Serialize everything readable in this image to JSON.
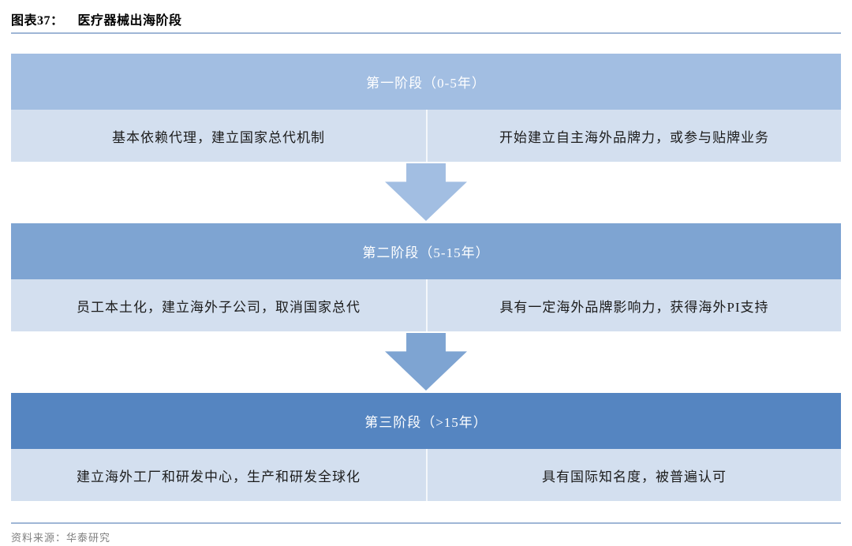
{
  "figure": {
    "title_label": "图表37：",
    "title_text": "医疗器械出海阶段",
    "source": "资料来源：华泰研究"
  },
  "stages": [
    {
      "header": "第一阶段（0-5年）",
      "header_color": "#a2bee2",
      "left": "基本依赖代理，建立国家总代机制",
      "right": "开始建立自主海外品牌力，或参与贴牌业务"
    },
    {
      "header": "第二阶段（5-15年）",
      "header_color": "#7ea4d2",
      "left": "员工本土化，建立海外子公司，取消国家总代",
      "right": "具有一定海外品牌影响力，获得海外PI支持"
    },
    {
      "header": "第三阶段（>15年）",
      "header_color": "#5585c1",
      "left": "建立海外工厂和研发中心，生产和研发全球化",
      "right": "具有国际知名度，被普遍认可"
    }
  ],
  "arrows": [
    {
      "name": "down-arrow-1",
      "color": "#a2bee2"
    },
    {
      "name": "down-arrow-2",
      "color": "#7ea4d2"
    }
  ],
  "colors": {
    "content_row_bg": "#d3dfef",
    "rule_line": "#9fb6d6",
    "header_text": "#ffffff",
    "body_text": "#1b1b1b",
    "source_text": "#808080"
  }
}
